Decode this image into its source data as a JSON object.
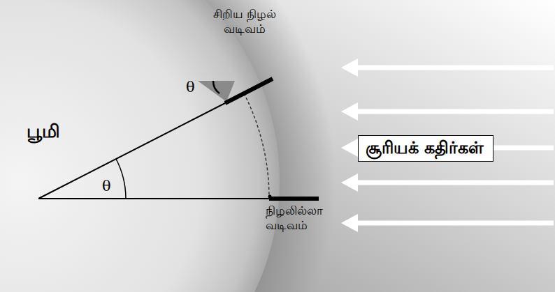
{
  "diagram": {
    "nodes": [
      {
        "text": [
          "சூரியக் கதிர்கள்"
        ]
      }
    ],
    "labels": [
      "சிறிய நிழல் வடிவம்",
      "θ",
      "பூமி",
      "θ",
      "நிழலில்லா வடிவம்"
    ]
  }
}
